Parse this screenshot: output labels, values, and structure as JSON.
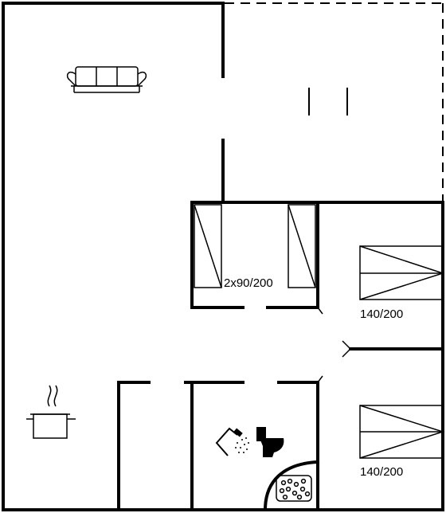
{
  "labels": {
    "bunk_beds": "2x90/200",
    "bed_upper": "140/200",
    "bed_lower": "140/200"
  },
  "icons": [
    "sofa-icon",
    "cooking-pot-icon",
    "shower-icon",
    "toilet-icon",
    "hot-tub-icon"
  ]
}
